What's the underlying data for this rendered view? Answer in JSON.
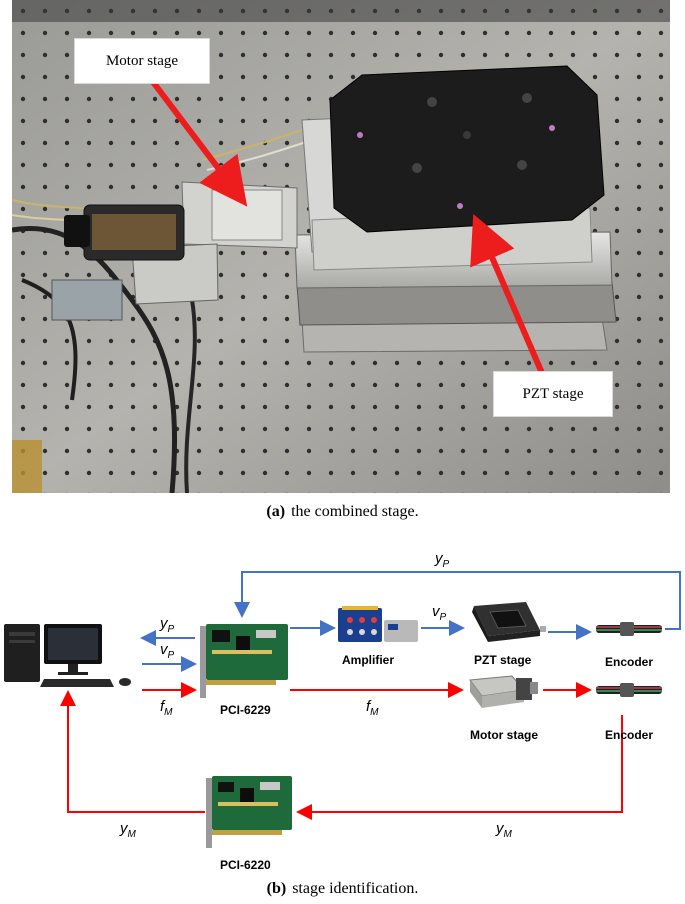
{
  "photo": {
    "callouts": {
      "motor_stage": "Motor stage",
      "pzt_stage": "PZT stage"
    },
    "caption": {
      "tag": "(a)",
      "text": "the combined stage."
    }
  },
  "diagram": {
    "blocks": {
      "amplifier": "Amplifier",
      "pzt_stage": "PZT stage",
      "encoder_top": "Encoder",
      "pci_6229": "PCI-6229",
      "motor_stage": "Motor stage",
      "encoder_bottom": "Encoder",
      "pci_6220": "PCI-6220"
    },
    "signals": {
      "y_p_top": {
        "main": "y",
        "sub": "P"
      },
      "y_p_left": {
        "main": "y",
        "sub": "P"
      },
      "v_p_left": {
        "main": "v",
        "sub": "P"
      },
      "v_p_mid": {
        "main": "v",
        "sub": "P"
      },
      "f_m_left": {
        "main": "f",
        "sub": "M"
      },
      "f_m_mid": {
        "main": "f",
        "sub": "M"
      },
      "y_m_right": {
        "main": "y",
        "sub": "M"
      },
      "y_m_left": {
        "main": "y",
        "sub": "M"
      }
    },
    "caption": {
      "tag": "(b)",
      "text": "stage identification."
    }
  },
  "colors": {
    "blue_path": "#4472c4",
    "red_path": "#ff0000"
  }
}
